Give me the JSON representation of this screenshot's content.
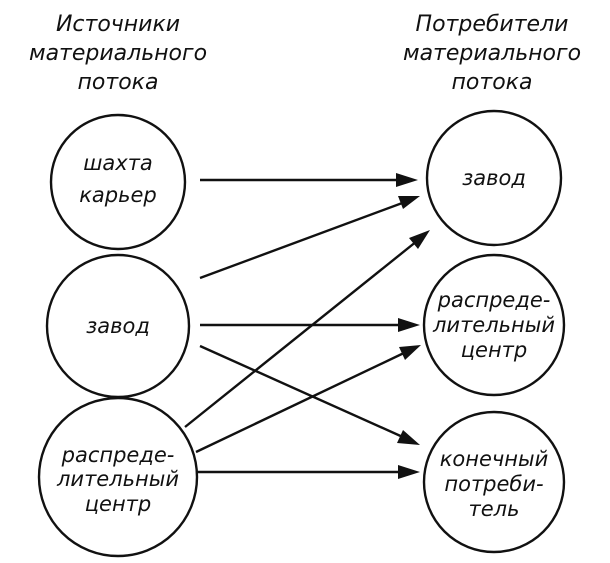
{
  "headings": {
    "sources": [
      "Источники",
      "материального",
      "потока"
    ],
    "consumers": [
      "Потребители",
      "материального",
      "потока"
    ]
  },
  "sources": [
    {
      "id": "mine",
      "lines": [
        "шахта",
        "карьер"
      ]
    },
    {
      "id": "plant",
      "lines": [
        "завод"
      ]
    },
    {
      "id": "distribution",
      "lines": [
        "распреде-",
        "лительный",
        "центр"
      ]
    }
  ],
  "consumers": [
    {
      "id": "plant",
      "lines": [
        "завод"
      ]
    },
    {
      "id": "distribution",
      "lines": [
        "распреде-",
        "лительный",
        "центр"
      ]
    },
    {
      "id": "end-consumer",
      "lines": [
        "конечный",
        "потреби-",
        "тель"
      ]
    }
  ],
  "flows": [
    {
      "from": "mine",
      "to": "plant"
    },
    {
      "from": "plant",
      "to": "plant"
    },
    {
      "from": "plant",
      "to": "distribution"
    },
    {
      "from": "plant",
      "to": "end-consumer"
    },
    {
      "from": "distribution",
      "to": "plant"
    },
    {
      "from": "distribution",
      "to": "distribution"
    },
    {
      "from": "distribution",
      "to": "end-consumer"
    }
  ]
}
